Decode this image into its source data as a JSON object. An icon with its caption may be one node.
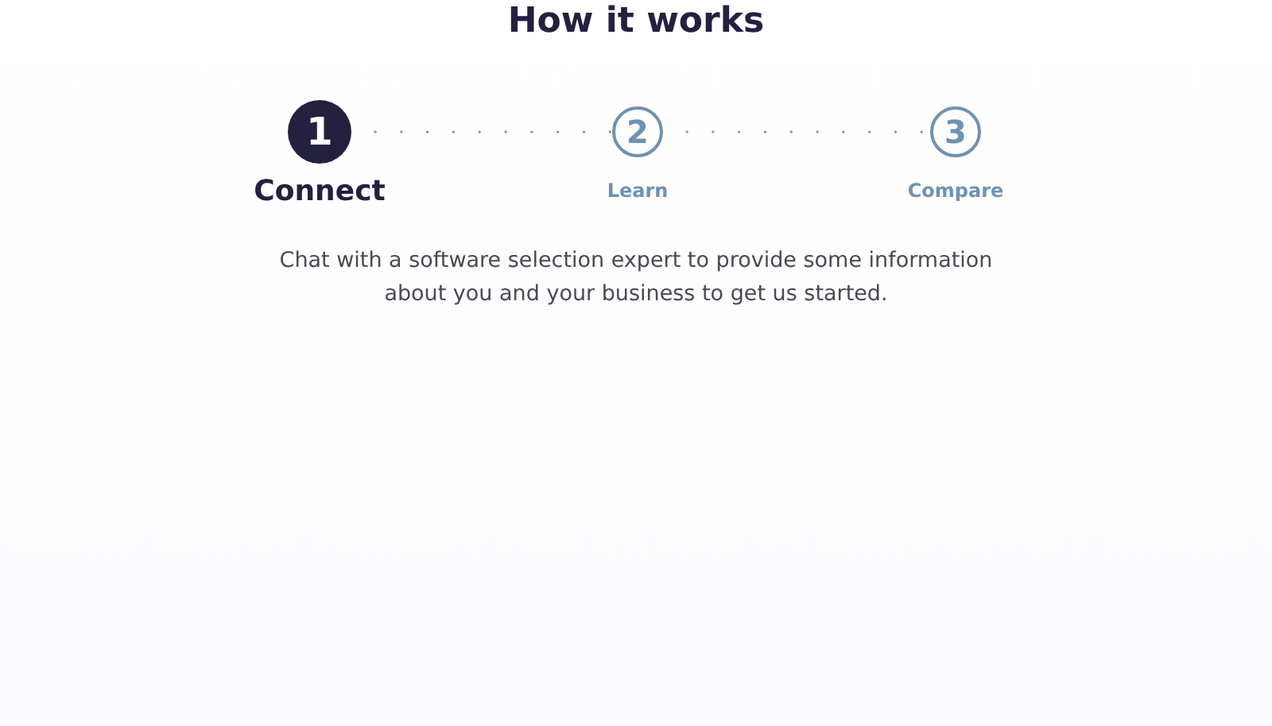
{
  "diagram": {
    "title": "How it works",
    "nodes": [
      {
        "text": [
          "1"
        ],
        "beside": [
          "Connect"
        ]
      },
      {
        "text": [
          "2"
        ],
        "beside": [
          "Learn"
        ]
      },
      {
        "text": [
          "3"
        ],
        "beside": [
          "Compare"
        ]
      }
    ],
    "edges": [
      {
        "from": 0,
        "to": 1,
        "arrow": "none",
        "style": "dashed"
      },
      {
        "from": 1,
        "to": 2,
        "arrow": "none",
        "style": "dashed"
      }
    ],
    "labels": [
      "Chat with a software selection expert to provide some information about you and your business to get us started."
    ]
  }
}
